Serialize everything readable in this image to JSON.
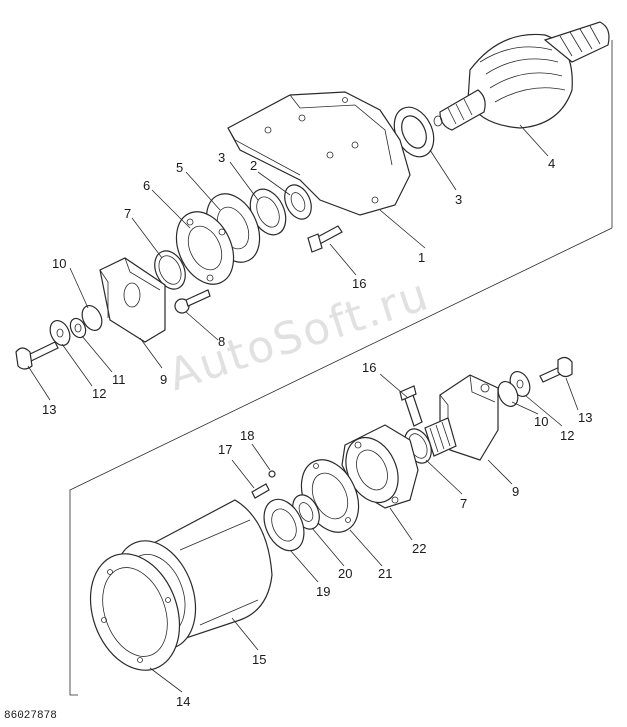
{
  "diagram": {
    "watermark": "AutoSoft.ru",
    "drawing_code": "86027878",
    "callouts": {
      "c1": "1",
      "c2": "2",
      "c3a": "3",
      "c3b": "3",
      "c4": "4",
      "c5": "5",
      "c6": "6",
      "c7a": "7",
      "c7b": "7",
      "c8": "8",
      "c9a": "9",
      "c9b": "9",
      "c10a": "10",
      "c10b": "10",
      "c11": "11",
      "c12a": "12",
      "c12b": "12",
      "c13a": "13",
      "c13b": "13",
      "c14": "14",
      "c15": "15",
      "c16a": "16",
      "c16b": "16",
      "c17": "17",
      "c18": "18",
      "c19": "19",
      "c20": "20",
      "c21": "21",
      "c22": "22"
    }
  }
}
